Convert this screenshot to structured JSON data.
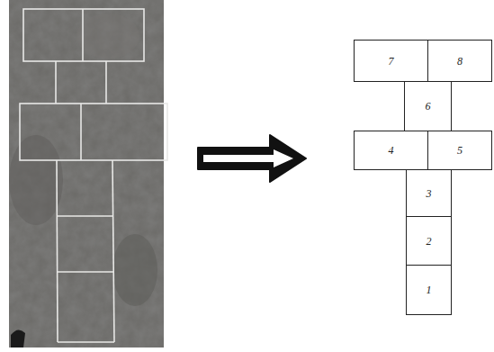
{
  "diagram": {
    "nodes": [
      {
        "text": [
          "7"
        ]
      },
      {
        "text": [
          "8"
        ]
      },
      {
        "text": [
          "6"
        ]
      },
      {
        "text": [
          "4"
        ]
      },
      {
        "text": [
          "5"
        ]
      },
      {
        "text": [
          "3"
        ]
      },
      {
        "text": [
          "2"
        ]
      },
      {
        "text": [
          "1"
        ]
      }
    ]
  }
}
